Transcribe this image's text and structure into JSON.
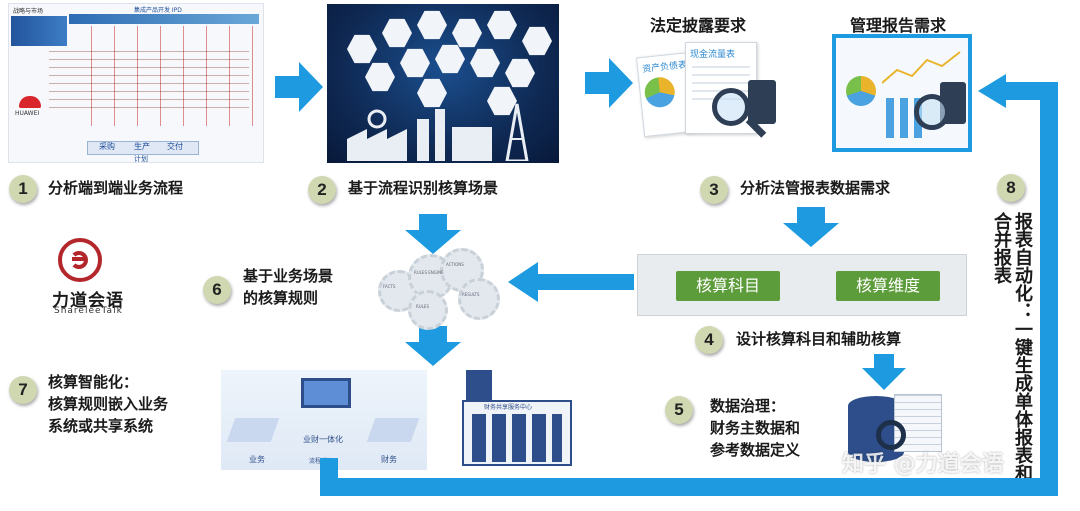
{
  "colors": {
    "accent_blue": "#1e9be0",
    "step_circle": "#cfd8b0",
    "chip_green": "#5d9c3a",
    "brand_red": "#b3262c",
    "dark_panel": "#0f2a55"
  },
  "steps": [
    {
      "num": "1",
      "label": "分析端到端业务流程"
    },
    {
      "num": "2",
      "label": "基于流程识别核算场景"
    },
    {
      "num": "3",
      "label": "分析法管报表数据需求"
    },
    {
      "num": "4",
      "label": "设计核算科目和辅助核算"
    },
    {
      "num": "5",
      "label_lines": [
        "数据治理：",
        "财务主数据和",
        "参考数据定义"
      ]
    },
    {
      "num": "6",
      "label_lines": [
        "基于业务场景",
        "的核算规则"
      ]
    },
    {
      "num": "7",
      "label_lines": [
        "核算智能化：",
        "核算规则嵌入业务",
        "系统或共享系统"
      ]
    },
    {
      "num": "8",
      "label": "报表自动化：一键生成单体报表和合并报表"
    }
  ],
  "top_titles": {
    "legal": "法定披露要求",
    "mgmt": "管理报告需求"
  },
  "chips": {
    "subject": "核算科目",
    "dimension": "核算维度"
  },
  "brand": {
    "name": "力道会语",
    "sub": "ShareleeTalk"
  },
  "watermark": "知乎 @力道会语",
  "process_panel": {
    "header": "集成产品开发 IPD",
    "left_label": "战略与市场",
    "pills": [
      "采购",
      "生产",
      "交付"
    ],
    "plan": "计划",
    "company": "HUAWEI"
  },
  "doc_labels": {
    "cashflow": "现金流量表",
    "bs": "资产负债表"
  },
  "building_label": "财务共享服务中心",
  "system_labels": {
    "center": "业财一体化",
    "left": "业务",
    "right": "财务",
    "sub": "流程 数据"
  },
  "gear_labels": [
    "FACTS",
    "ACTIONS",
    "RULES ENGINE",
    "RESULTS",
    "RULES"
  ]
}
